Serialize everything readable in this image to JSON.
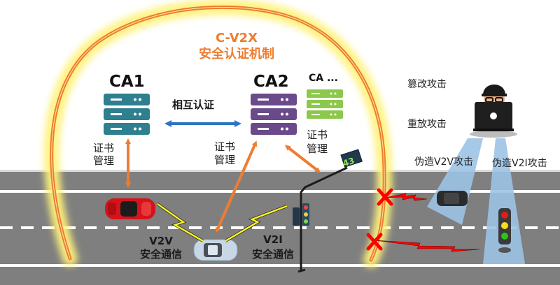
{
  "title": {
    "line1": "C-V2X",
    "line2": "安全认证机制"
  },
  "authorities": [
    {
      "name": "CA1",
      "color": "#2e7f8f",
      "cert_label_1": "证书",
      "cert_label_2": "管理"
    },
    {
      "name": "CA2",
      "color": "#6a4a8a",
      "cert_label_1": "证书",
      "cert_label_2": "管理"
    },
    {
      "name": "CA ...",
      "color": "#8cc84b",
      "cert_label_1": "证书",
      "cert_label_2": "管理"
    }
  ],
  "mutual_auth_label": "相互认证",
  "communications": {
    "v2v": {
      "line1": "V2V",
      "line2": "安全通信"
    },
    "v2i": {
      "line1": "V2I",
      "line2": "安全通信"
    }
  },
  "attacks": {
    "tamper": "篡改攻击",
    "replay": "重放攻击",
    "fake_v2v": "伪造V2V攻击",
    "fake_v2i": "伪造V2I攻击"
  },
  "speed_sign": "43",
  "colors": {
    "arc": "#ee7d31",
    "glow": "#fff27a",
    "road": "#7f7f7f",
    "mutual_arrow": "#2f74c0",
    "cert_arrow": "#ee7d31",
    "attack": "#ff0000",
    "beam": "#9dc3e6"
  }
}
